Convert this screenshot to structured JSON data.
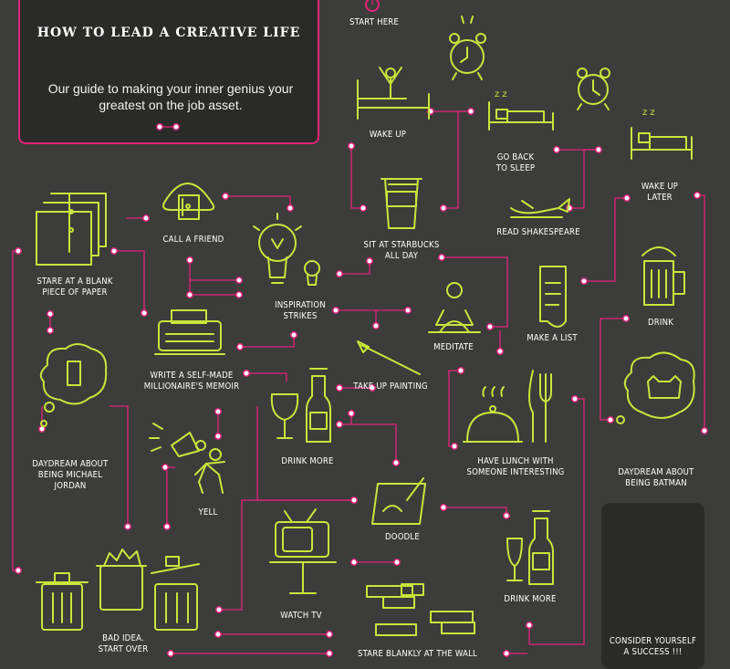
{
  "header": {
    "title": "HOW TO LEAD A CREATIVE LIFE",
    "subtitle": "Our guide to making your inner genius your greatest on the job asset."
  },
  "steps": {
    "start_here": "START HERE",
    "wake_up": "WAKE UP",
    "go_back_to_sleep": "GO BACK\nTO SLEEP",
    "wake_up_later": "WAKE UP\nLATER",
    "call_a_friend": "CALL A FRIEND",
    "sit_at_starbucks": "SIT AT STARBUCKS\nALL DAY",
    "read_shakespeare": "READ SHAKESPEARE",
    "stare_at_paper": "STARE AT A BLANK\nPIECE OF PAPER",
    "inspiration_strikes": "INSPIRATION\nSTRIKES",
    "meditate": "MEDITATE",
    "make_a_list": "MAKE A LIST",
    "drink": "DRINK",
    "write_memoir": "WRITE A SELF-MADE\nMILLIONAIRE'S MEMOIR",
    "take_up_painting": "TAKE UP PAINTING",
    "daydream_jordan": "DAYDREAM ABOUT\nBEING MICHAEL\nJORDAN",
    "drink_more_1": "DRINK MORE",
    "have_lunch": "HAVE LUNCH WITH\nSOMEONE INTERESTING",
    "daydream_batman": "DAYDREAM ABOUT\nBEING BATMAN",
    "yell": "YELL",
    "doodle": "DOODLE",
    "drink_more_2": "DRINK MORE",
    "bad_idea": "BAD IDEA.\nSTART OVER",
    "watch_tv": "WATCH TV",
    "stare_at_wall": "STARE BLANKLY AT THE WALL",
    "consider_success": "CONSIDER YOURSELF\nA SUCCESS !!!"
  },
  "colors": {
    "background": "#3c3c3a",
    "card": "#2a2a28",
    "connector": "#e4237a",
    "icon": "#c8e63c",
    "text": "#ffffff"
  }
}
